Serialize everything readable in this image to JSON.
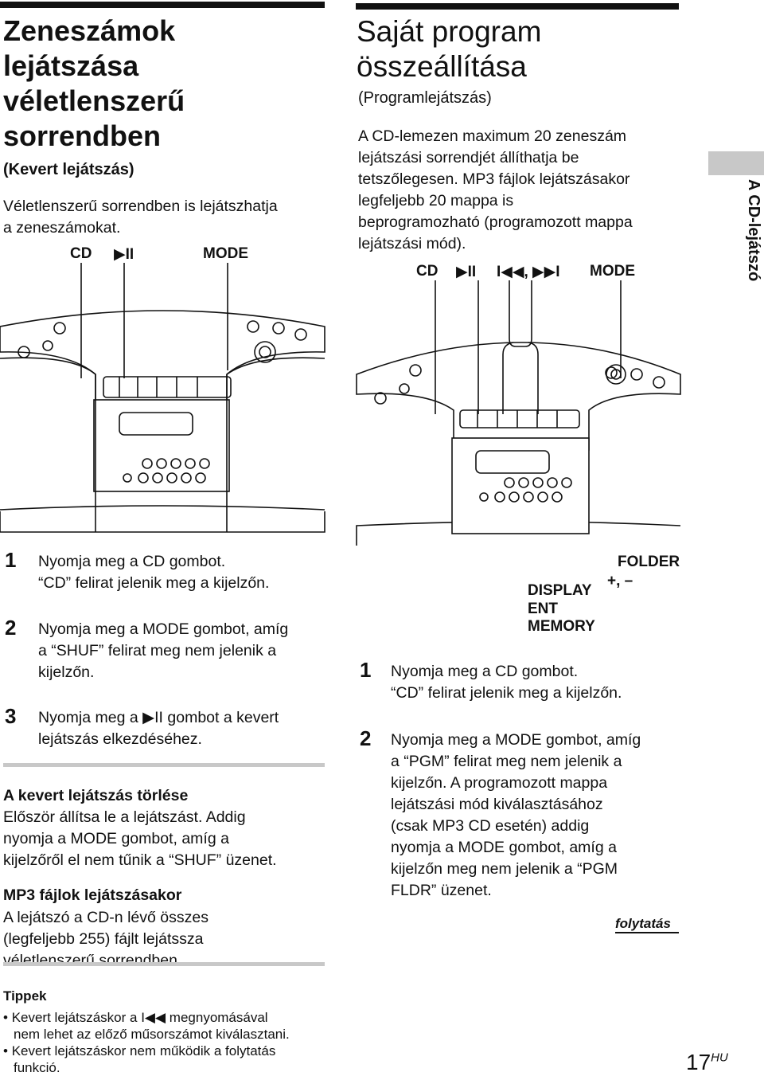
{
  "left": {
    "title": [
      "Zeneszámok",
      "lejátszása",
      "véletlenszerű",
      "sorrendben"
    ],
    "subtitle": "(Kevert lejátszás)",
    "intro": [
      "Véletlenszerű sorrendben is lejátszhatja",
      "a zeneszámokat."
    ],
    "labels": {
      "cd": "CD",
      "play": "▶II",
      "mode": "MODE"
    },
    "steps": [
      {
        "num": "1",
        "lines": [
          "Nyomja meg a CD gombot.",
          "“CD” felirat jelenik meg a kijelzőn."
        ]
      },
      {
        "num": "2",
        "lines": [
          "Nyomja meg a MODE gombot, amíg",
          "a “SHUF” felirat meg nem jelenik a",
          "kijelzőn."
        ]
      },
      {
        "num": "3",
        "lines": [
          "Nyomja meg a ▶II gombot a kevert",
          "lejátszás elkezdéséhez."
        ]
      }
    ],
    "cancel_title": "A kevert lejátszás törlése",
    "cancel_text": [
      "Először állítsa le a lejátszást. Addig",
      "nyomja a MODE gombot, amíg a",
      "kijelzőről el nem tűnik a “SHUF” üzenet."
    ],
    "mp3_title": "MP3 fájlok lejátszásakor",
    "mp3_text": [
      "A lejátszó a CD-n lévő összes",
      "(legfeljebb 255) fájlt lejátssza",
      "véletlenszerű sorrendben."
    ]
  },
  "right": {
    "title": [
      "Saját program",
      "összeállítása"
    ],
    "subtitle": "(Programlejátszás)",
    "intro": [
      "A CD-lemezen maximum 20 zeneszám",
      "lejátszási sorrendjét állíthatja be",
      "tetszőlegesen. MP3 fájlok lejátszásakor",
      "legfeljebb 20 mappa is",
      "beprogramozható (programozott mappa",
      "lejátszási mód)."
    ],
    "labels": {
      "cd": "CD",
      "play": "▶II",
      "skip": "I◀◀, ▶▶I",
      "mode": "MODE",
      "folder": "FOLDER",
      "plusminus": "+, –",
      "display": "DISPLAY",
      "ent": "ENT",
      "memory": "MEMORY"
    },
    "steps": [
      {
        "num": "1",
        "lines": [
          "Nyomja meg a CD gombot.",
          "“CD” felirat jelenik meg a kijelzőn."
        ]
      },
      {
        "num": "2",
        "lines": [
          "Nyomja meg a MODE gombot, amíg",
          "a “PGM” felirat meg nem jelenik a",
          "kijelzőn. A programozott mappa",
          "lejátszási mód kiválasztásához",
          "(csak MP3 CD esetén) addig",
          "nyomja a MODE gombot, amíg a",
          "kijelzőn meg nem jelenik a “PGM",
          "FLDR” üzenet."
        ]
      }
    ],
    "continued": "folytatás"
  },
  "side_tab": "A CD-lejátszó",
  "tips": {
    "title": "Tippek",
    "items": [
      [
        "Kevert lejátszáskor a I◀◀ megnyomásával",
        "nem lehet az előző műsorszámot kiválasztani."
      ],
      [
        "Kevert lejátszáskor nem működik a folytatás",
        "funkció."
      ]
    ]
  },
  "page": {
    "number": "17",
    "suffix": "HU"
  }
}
